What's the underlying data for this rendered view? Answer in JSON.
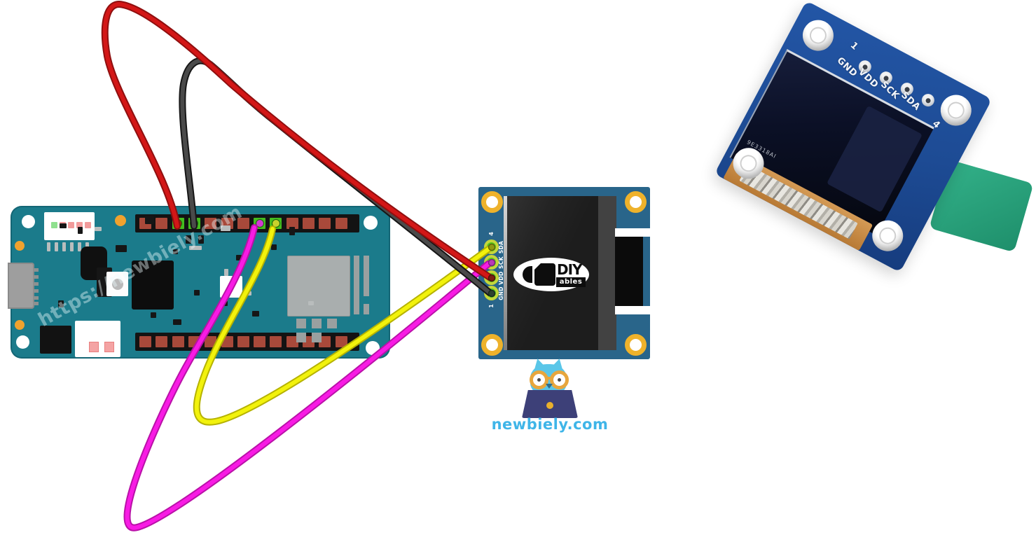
{
  "page": {
    "background": "#ffffff",
    "watermark_text": "https://newbiely.com"
  },
  "branding": {
    "site": "newbiely.com"
  },
  "mkr_board": {
    "board_color": "#1b7b8b",
    "pad_count_top": 13,
    "pad_count_bottom": 13,
    "connected_pads": [
      {
        "index": 2,
        "wire": "power",
        "tip_color": "#8a3018"
      },
      {
        "index": 3,
        "wire": "ground",
        "tip_color": "#2e3436"
      },
      {
        "index": 7,
        "wire": "clock",
        "tip_color": "#d23ad2"
      },
      {
        "index": 8,
        "wire": "data",
        "tip_color": "#c8d22c"
      }
    ]
  },
  "oled_module": {
    "board_color": "#29658a",
    "pin_labels": [
      "GND",
      "VDD",
      "SCK",
      "SDA"
    ],
    "pin_number_first": "1",
    "pin_number_last": "4",
    "logo_top": "DIY",
    "logo_bottom": "ables"
  },
  "oled_photo": {
    "board_color": "#1d4b94",
    "tab_color": "#2aa584",
    "pin_number_first": "1",
    "pin_number_last": "4",
    "pin_labels": [
      "GND",
      "VDD",
      "SCK",
      "SDA"
    ],
    "serial": "9E3318AI"
  },
  "wires": [
    {
      "name": "power-wire",
      "color": "#d31717",
      "to_pin": "VDD"
    },
    {
      "name": "ground-wire",
      "color": "#3f3f3f",
      "to_pin": "GND"
    },
    {
      "name": "clock-wire",
      "color": "#f81be4",
      "to_pin": "SCK"
    },
    {
      "name": "data-wire",
      "color": "#f2f20c",
      "to_pin": "SDA"
    }
  ]
}
